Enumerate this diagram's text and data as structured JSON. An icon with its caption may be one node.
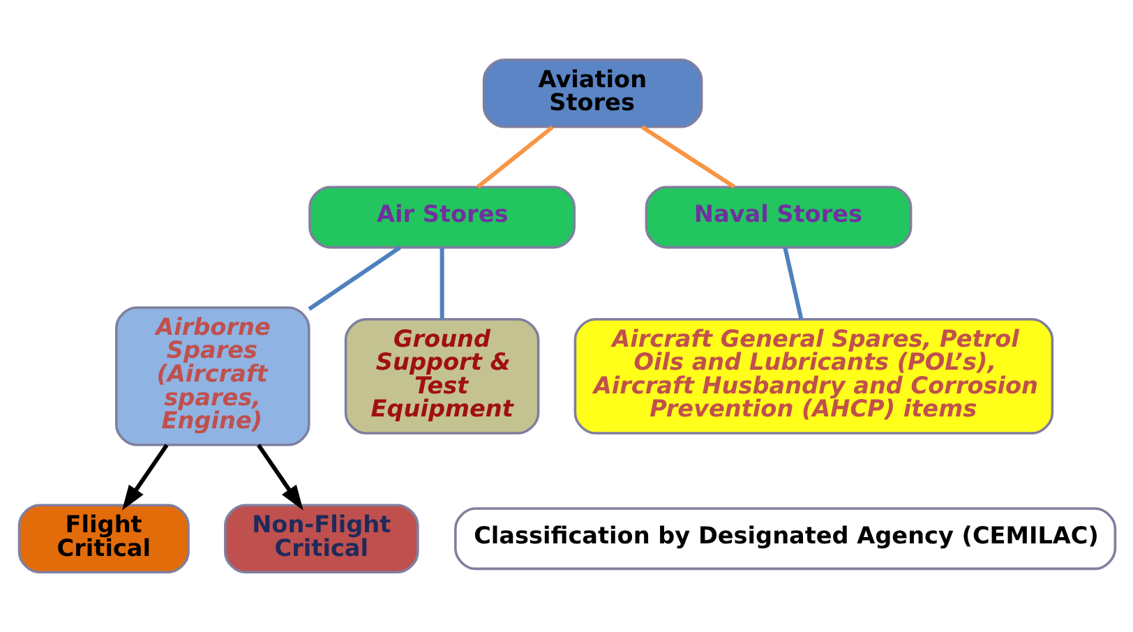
{
  "diagram": {
    "nodes": [
      {
        "text": [
          "Aviation Stores"
        ]
      },
      {
        "text": [
          "Air Stores"
        ]
      },
      {
        "text": [
          "Naval Stores"
        ]
      },
      {
        "text": [
          "Airborne Spares (Aircraft spares, Engine)"
        ]
      },
      {
        "text": [
          "Ground Support & Test Equipment"
        ]
      },
      {
        "text": [
          "Aircraft General Spares, Petrol Oils and Lubricants (POL’s), Aircraft Husbandry and Corrosion Prevention (AHCP) items"
        ]
      },
      {
        "text": [
          "Classification by Designated Agency (CEMILAC)"
        ]
      },
      {
        "text": [
          "Flight Critical"
        ]
      },
      {
        "text": [
          "Non-Flight Critical"
        ]
      }
    ],
    "edges": [
      {
        "from": 0,
        "to": 1,
        "arrow": "none",
        "color": "#f79646"
      },
      {
        "from": 0,
        "to": 2,
        "arrow": "none",
        "color": "#f79646"
      },
      {
        "from": 1,
        "to": 3,
        "arrow": "none"
      },
      {
        "from": 1,
        "to": 4,
        "arrow": "none"
      },
      {
        "from": 2,
        "to": 5,
        "arrow": "none"
      },
      {
        "from": 3,
        "to": 7,
        "arrow": "to",
        "color": "#000000"
      },
      {
        "from": 3,
        "to": 8,
        "arrow": "to",
        "color": "#000000"
      }
    ]
  }
}
